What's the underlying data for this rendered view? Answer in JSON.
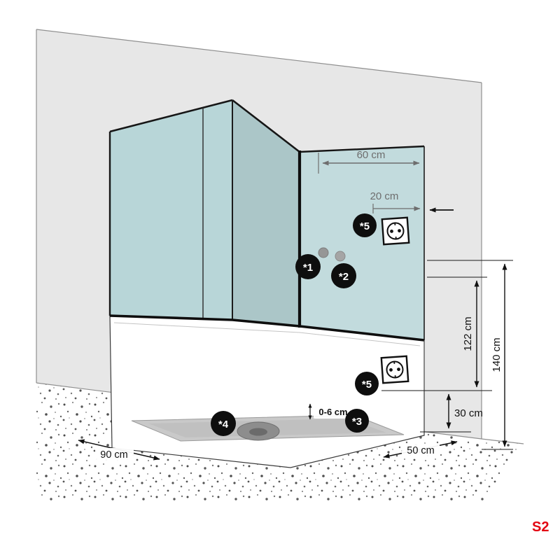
{
  "diagram": {
    "product_code": "S2",
    "dims": {
      "d60": "60 cm",
      "d20": "20 cm",
      "d122": "122 cm",
      "d140": "140 cm",
      "d30": "30 cm",
      "d06": "0-6 cm",
      "d90": "90 cm",
      "d50": "50 cm"
    },
    "callouts": {
      "n1": "*1",
      "n2": "*2",
      "n3": "*3",
      "n4": "*4",
      "n5_upper": "*5",
      "n5_lower": "*5"
    },
    "icons": {
      "outlet_upper": "power-outlet-icon",
      "outlet_lower": "power-outlet-icon",
      "drain": "drain-icon"
    },
    "colors": {
      "wall": "#e7e7e7",
      "glass": "#b3d4d6",
      "tray_floor": "#c9c9c9",
      "badge": "#0e0e0e",
      "dim_gray": "#6e6e6e",
      "dim_black": "#111111",
      "accent_red": "#e30613"
    }
  }
}
